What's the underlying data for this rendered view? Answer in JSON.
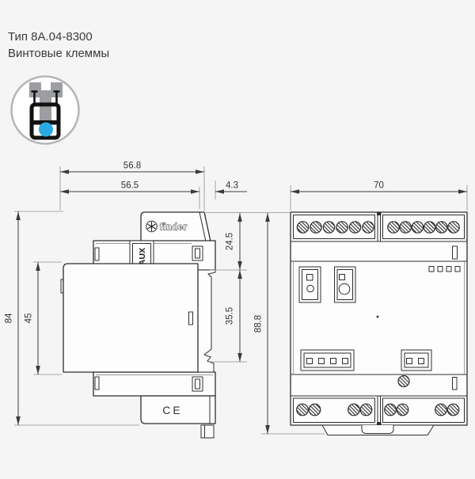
{
  "header": {
    "title": "Тип 8A.04-8300",
    "subtitle": "Винтовые клеммы"
  },
  "terminal_icon": {
    "name": "screw-terminal-clamp-with-wire",
    "wire_color": "#29abe2",
    "screw_color": "#9c9ea1",
    "frame_color": "#121212",
    "ring_color": "#b5b7b9"
  },
  "side_view": {
    "brand": "finder",
    "aux_label": "AUX",
    "ce_label": "CE",
    "dims": {
      "total_width": "56.8",
      "body_width": "56.5",
      "rail_depth": "4.3",
      "upper_height": "24.5",
      "rail_height": "35.5",
      "total_height": "84",
      "body_height": "45"
    }
  },
  "front_view": {
    "dims": {
      "width": "70",
      "height": "88.8"
    }
  },
  "drawing": {
    "line_color": "#2e2e2e",
    "dim_color": "#3a3a3a",
    "background": "#f5f5f6"
  }
}
